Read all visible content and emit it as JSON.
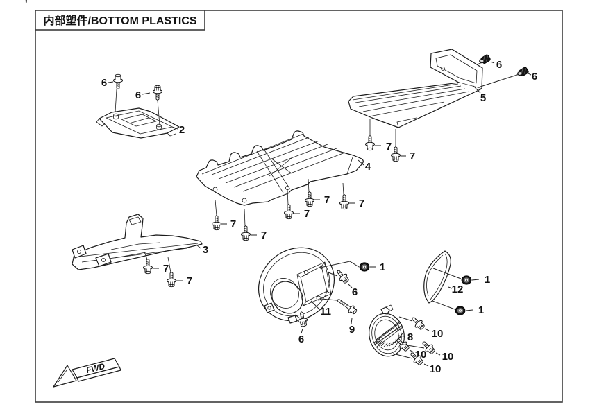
{
  "title": "内部塑件/BOTTOM PLASTICS",
  "corner_tick": "'",
  "fwd": "FWD",
  "callouts": {
    "c1": "1",
    "c2": "2",
    "c3": "3",
    "c4": "4",
    "c5": "5",
    "c6": "6",
    "c7": "7",
    "c8": "8",
    "c9": "9",
    "c10": "10",
    "c11": "11",
    "c12": "12"
  }
}
